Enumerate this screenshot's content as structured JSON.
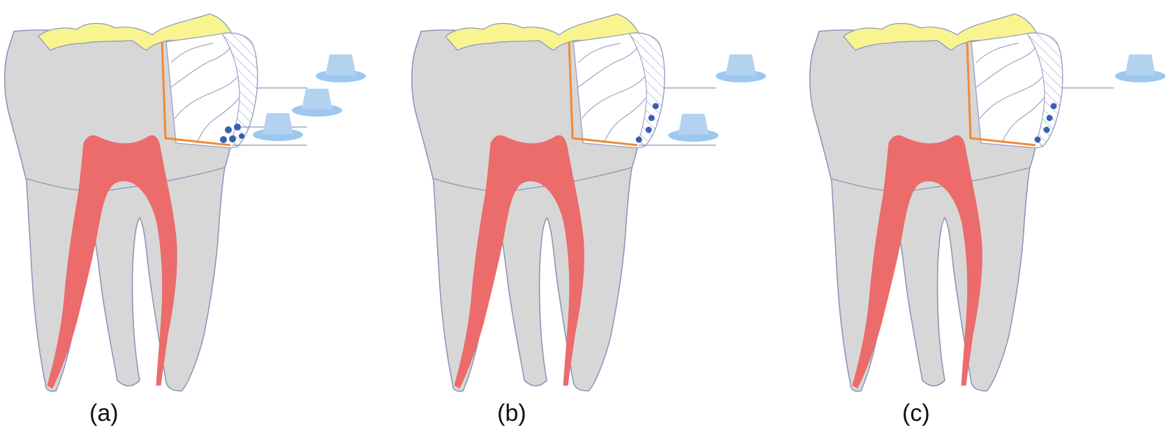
{
  "panels": [
    {
      "label": "(a)",
      "curing_tips": 3,
      "filler_particles": 5
    },
    {
      "label": "(b)",
      "curing_tips": 2,
      "filler_particles": 4
    },
    {
      "label": "(c)",
      "curing_tips": 1,
      "filler_particles": 4
    }
  ],
  "colors": {
    "dentin": "#d7d7d7",
    "tooth_outline": "#8b97b9",
    "pulp": "#ec6b6b",
    "enamel": "#f8f48f",
    "cavity_margin": "#f08a34",
    "composite_outline": "#9aa6c8",
    "filler": "#3b5fae",
    "curing_tip": "#b3d2ef",
    "curing_base": "#9cc8ef"
  }
}
